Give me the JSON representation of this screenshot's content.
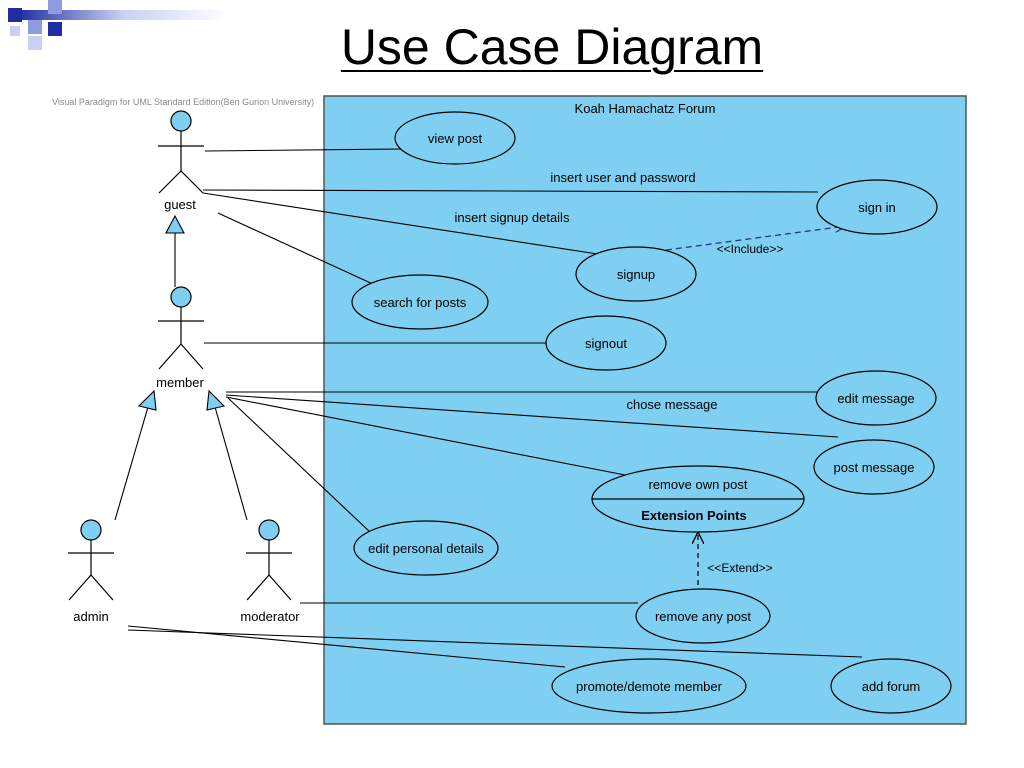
{
  "slide": {
    "title": "Use Case Diagram",
    "watermark": "Visual Paradigm for UML Standard Edition(Ben Gurion University)",
    "accent_colors": [
      "#1f2ea3",
      "#8e9be0",
      "#c9d0f2"
    ]
  },
  "diagram": {
    "system_name": "Koah Hamachatz Forum",
    "system_fill": "#7ecff1",
    "actor_fill": "#7ecff1",
    "actors": {
      "guest": "guest",
      "member": "member",
      "admin": "admin",
      "moderator": "moderator"
    },
    "use_cases": {
      "view_post": "view post",
      "sign_in": "sign in",
      "signup": "signup",
      "search_posts": "search for posts",
      "signout": "signout",
      "edit_message": "edit message",
      "post_message": "post message",
      "remove_own_post": "remove own post",
      "extension_points": "Extension Points",
      "edit_personal_details": "edit personal details",
      "remove_any_post": "remove any post",
      "promote_demote": "promote/demote member",
      "add_forum": "add forum"
    },
    "association_labels": {
      "insert_user_password": "insert user and password",
      "insert_signup_details": "insert signup details",
      "chose_message": "chose message"
    },
    "stereotypes": {
      "include": "<<Include>>",
      "extend": "<<Extend>>"
    }
  }
}
